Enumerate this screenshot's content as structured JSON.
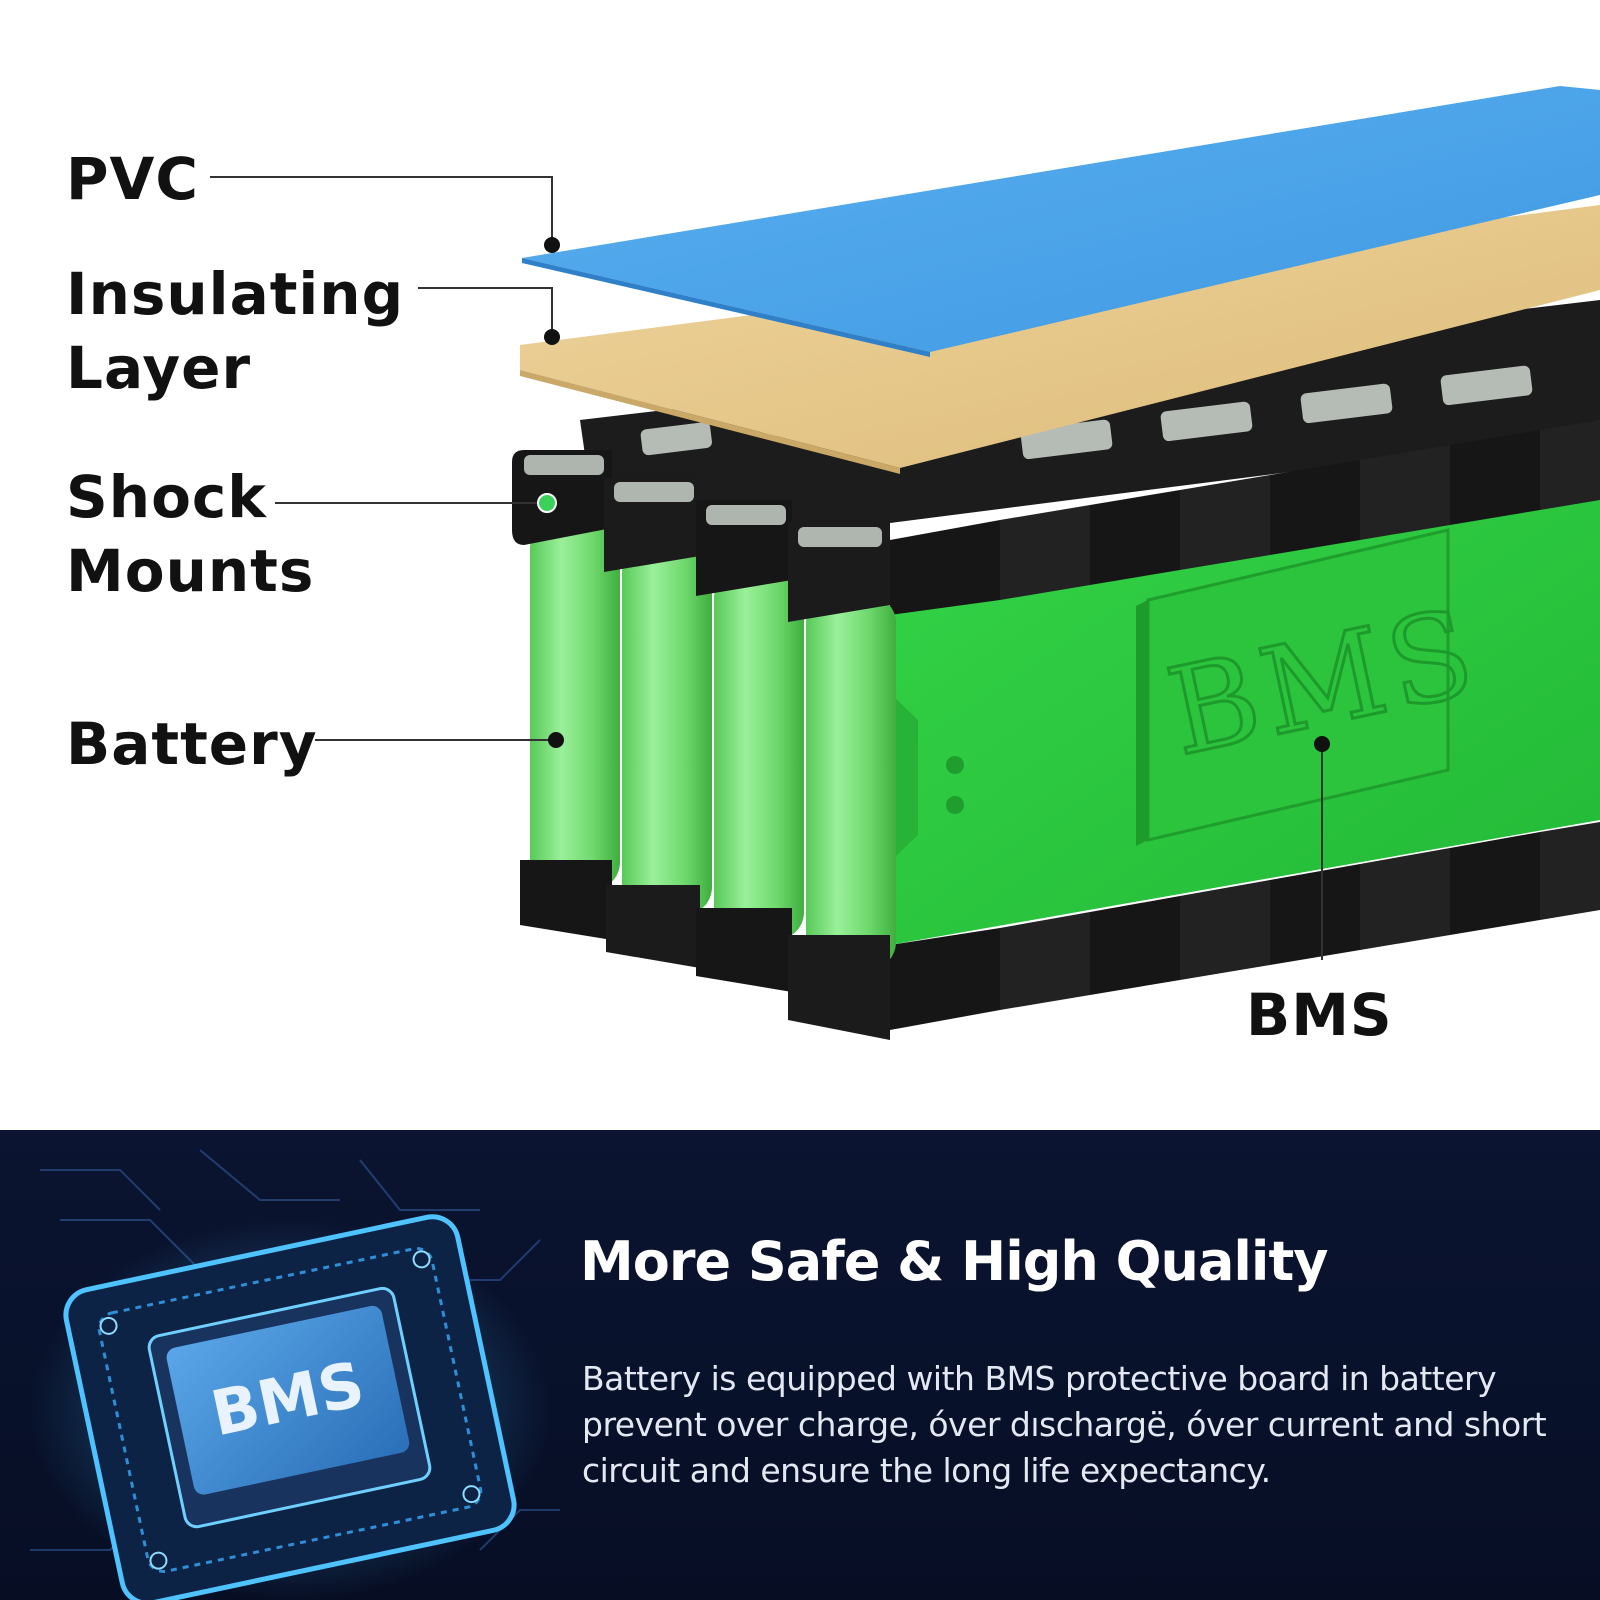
{
  "labels": {
    "pvc": "PVC",
    "insulating_line1": "Insulating",
    "insulating_line2": "Layer",
    "shock_line1": "Shock",
    "shock_line2": "Mounts",
    "battery": "Battery",
    "bms": "BMS"
  },
  "board_text": "BMS",
  "chip_text": "BMS",
  "headline": "More Safe & High Quality",
  "description": "Battery is equipped with BMS protective board in battery prevent over charge, óver dıschargë, óver current and short circuit and ensure the long life expectancy.",
  "colors": {
    "pvc": "#4aa3ea",
    "insulating": "#e8c98c",
    "cell_green": "#7be37a",
    "board_green": "#2ecc40",
    "holder_black": "#161616",
    "navy": "#0b1430",
    "glow": "#3fb8ff"
  }
}
